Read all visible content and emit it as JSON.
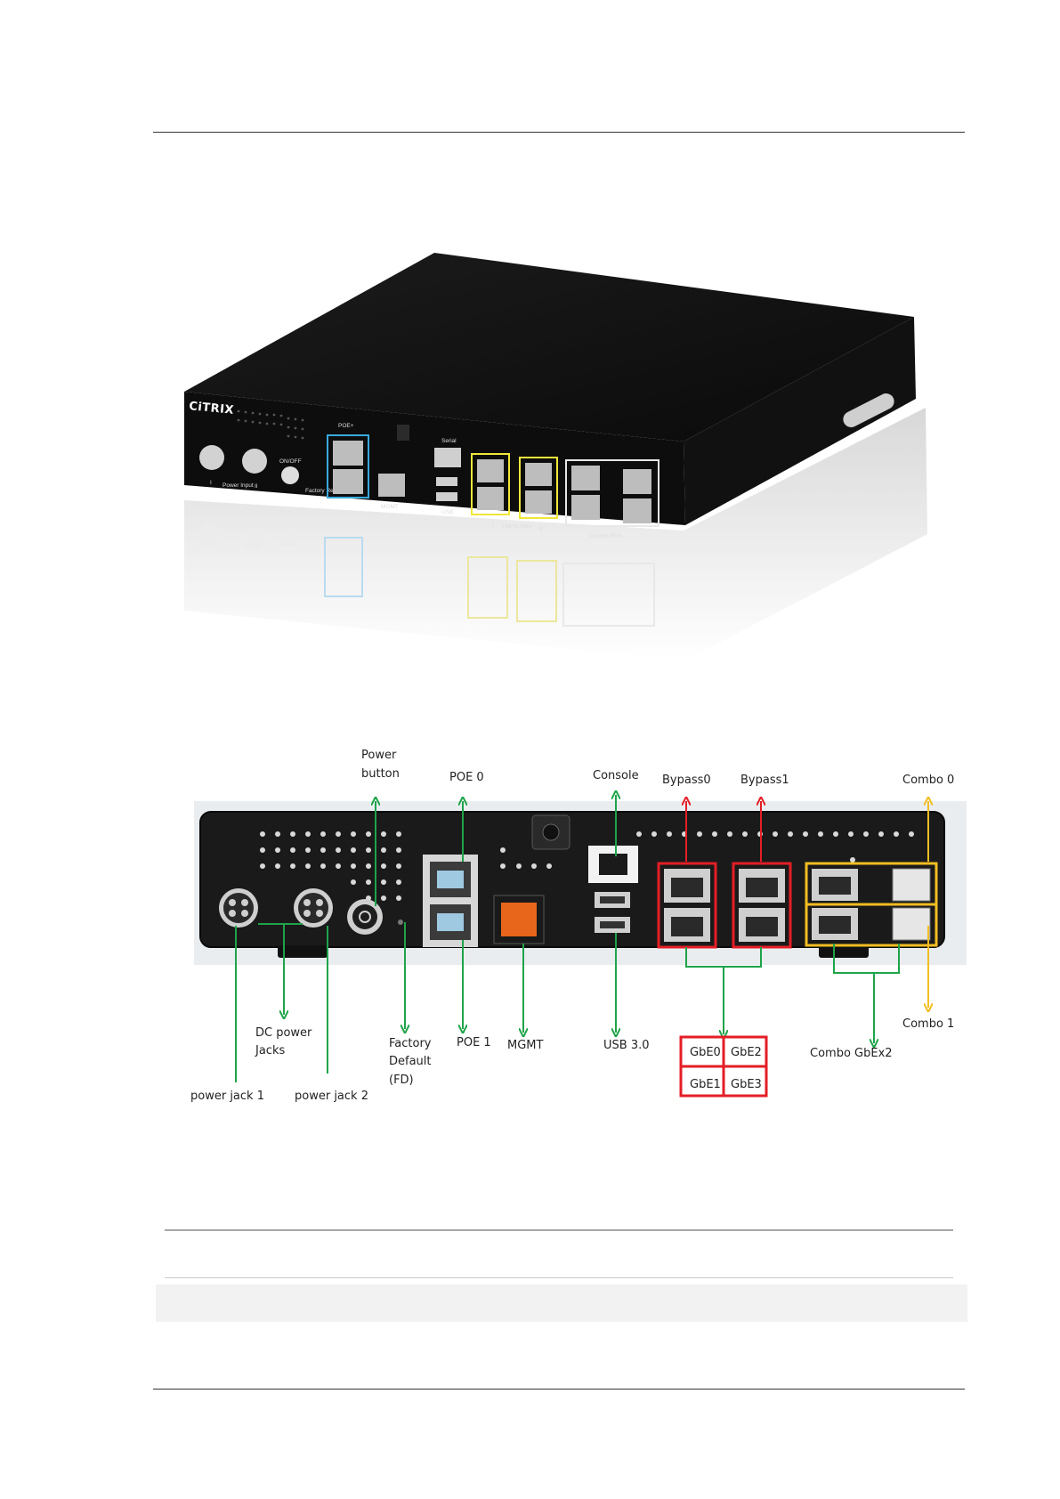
{
  "device_view": {
    "logo": "CiTRIX",
    "front_panel_labels": {
      "power_1": "I",
      "power_input": "Power Input",
      "power_2": "II",
      "on_off": "ON/OFF",
      "factory_reset": "Factory Reset",
      "poe": "POE+",
      "mgmt": "MGMT",
      "serial": "Serial",
      "usb": "USB",
      "fail_to_wire": "Fail-to-Wire",
      "fail_1": "I",
      "fail_2": "II",
      "combo_ports": "Combo Ports"
    }
  },
  "diagram": {
    "callouts": {
      "power_button": [
        "Power",
        "button"
      ],
      "poe0": "POE 0",
      "console": "Console",
      "bypass0": "Bypass0",
      "bypass1": "Bypass1",
      "combo0": "Combo 0",
      "dc_power_jacks": [
        "DC power",
        "Jacks"
      ],
      "factory_default": [
        "Factory",
        "Default",
        "(FD)"
      ],
      "poe1": "POE 1",
      "mgmt": "MGMT",
      "usb30": "USB 3.0",
      "combo1": "Combo 1",
      "combo_gbex2": "Combo GbEx2",
      "power_jack_1": "power jack 1",
      "power_jack_2": "power jack 2"
    },
    "gbe_grid": [
      "GbE0",
      "GbE2",
      "GbE1",
      "GbE3"
    ],
    "arrow_colors": {
      "green": "#1fa34a",
      "red": "#e41e26",
      "yellow": "#f2bd22"
    }
  }
}
